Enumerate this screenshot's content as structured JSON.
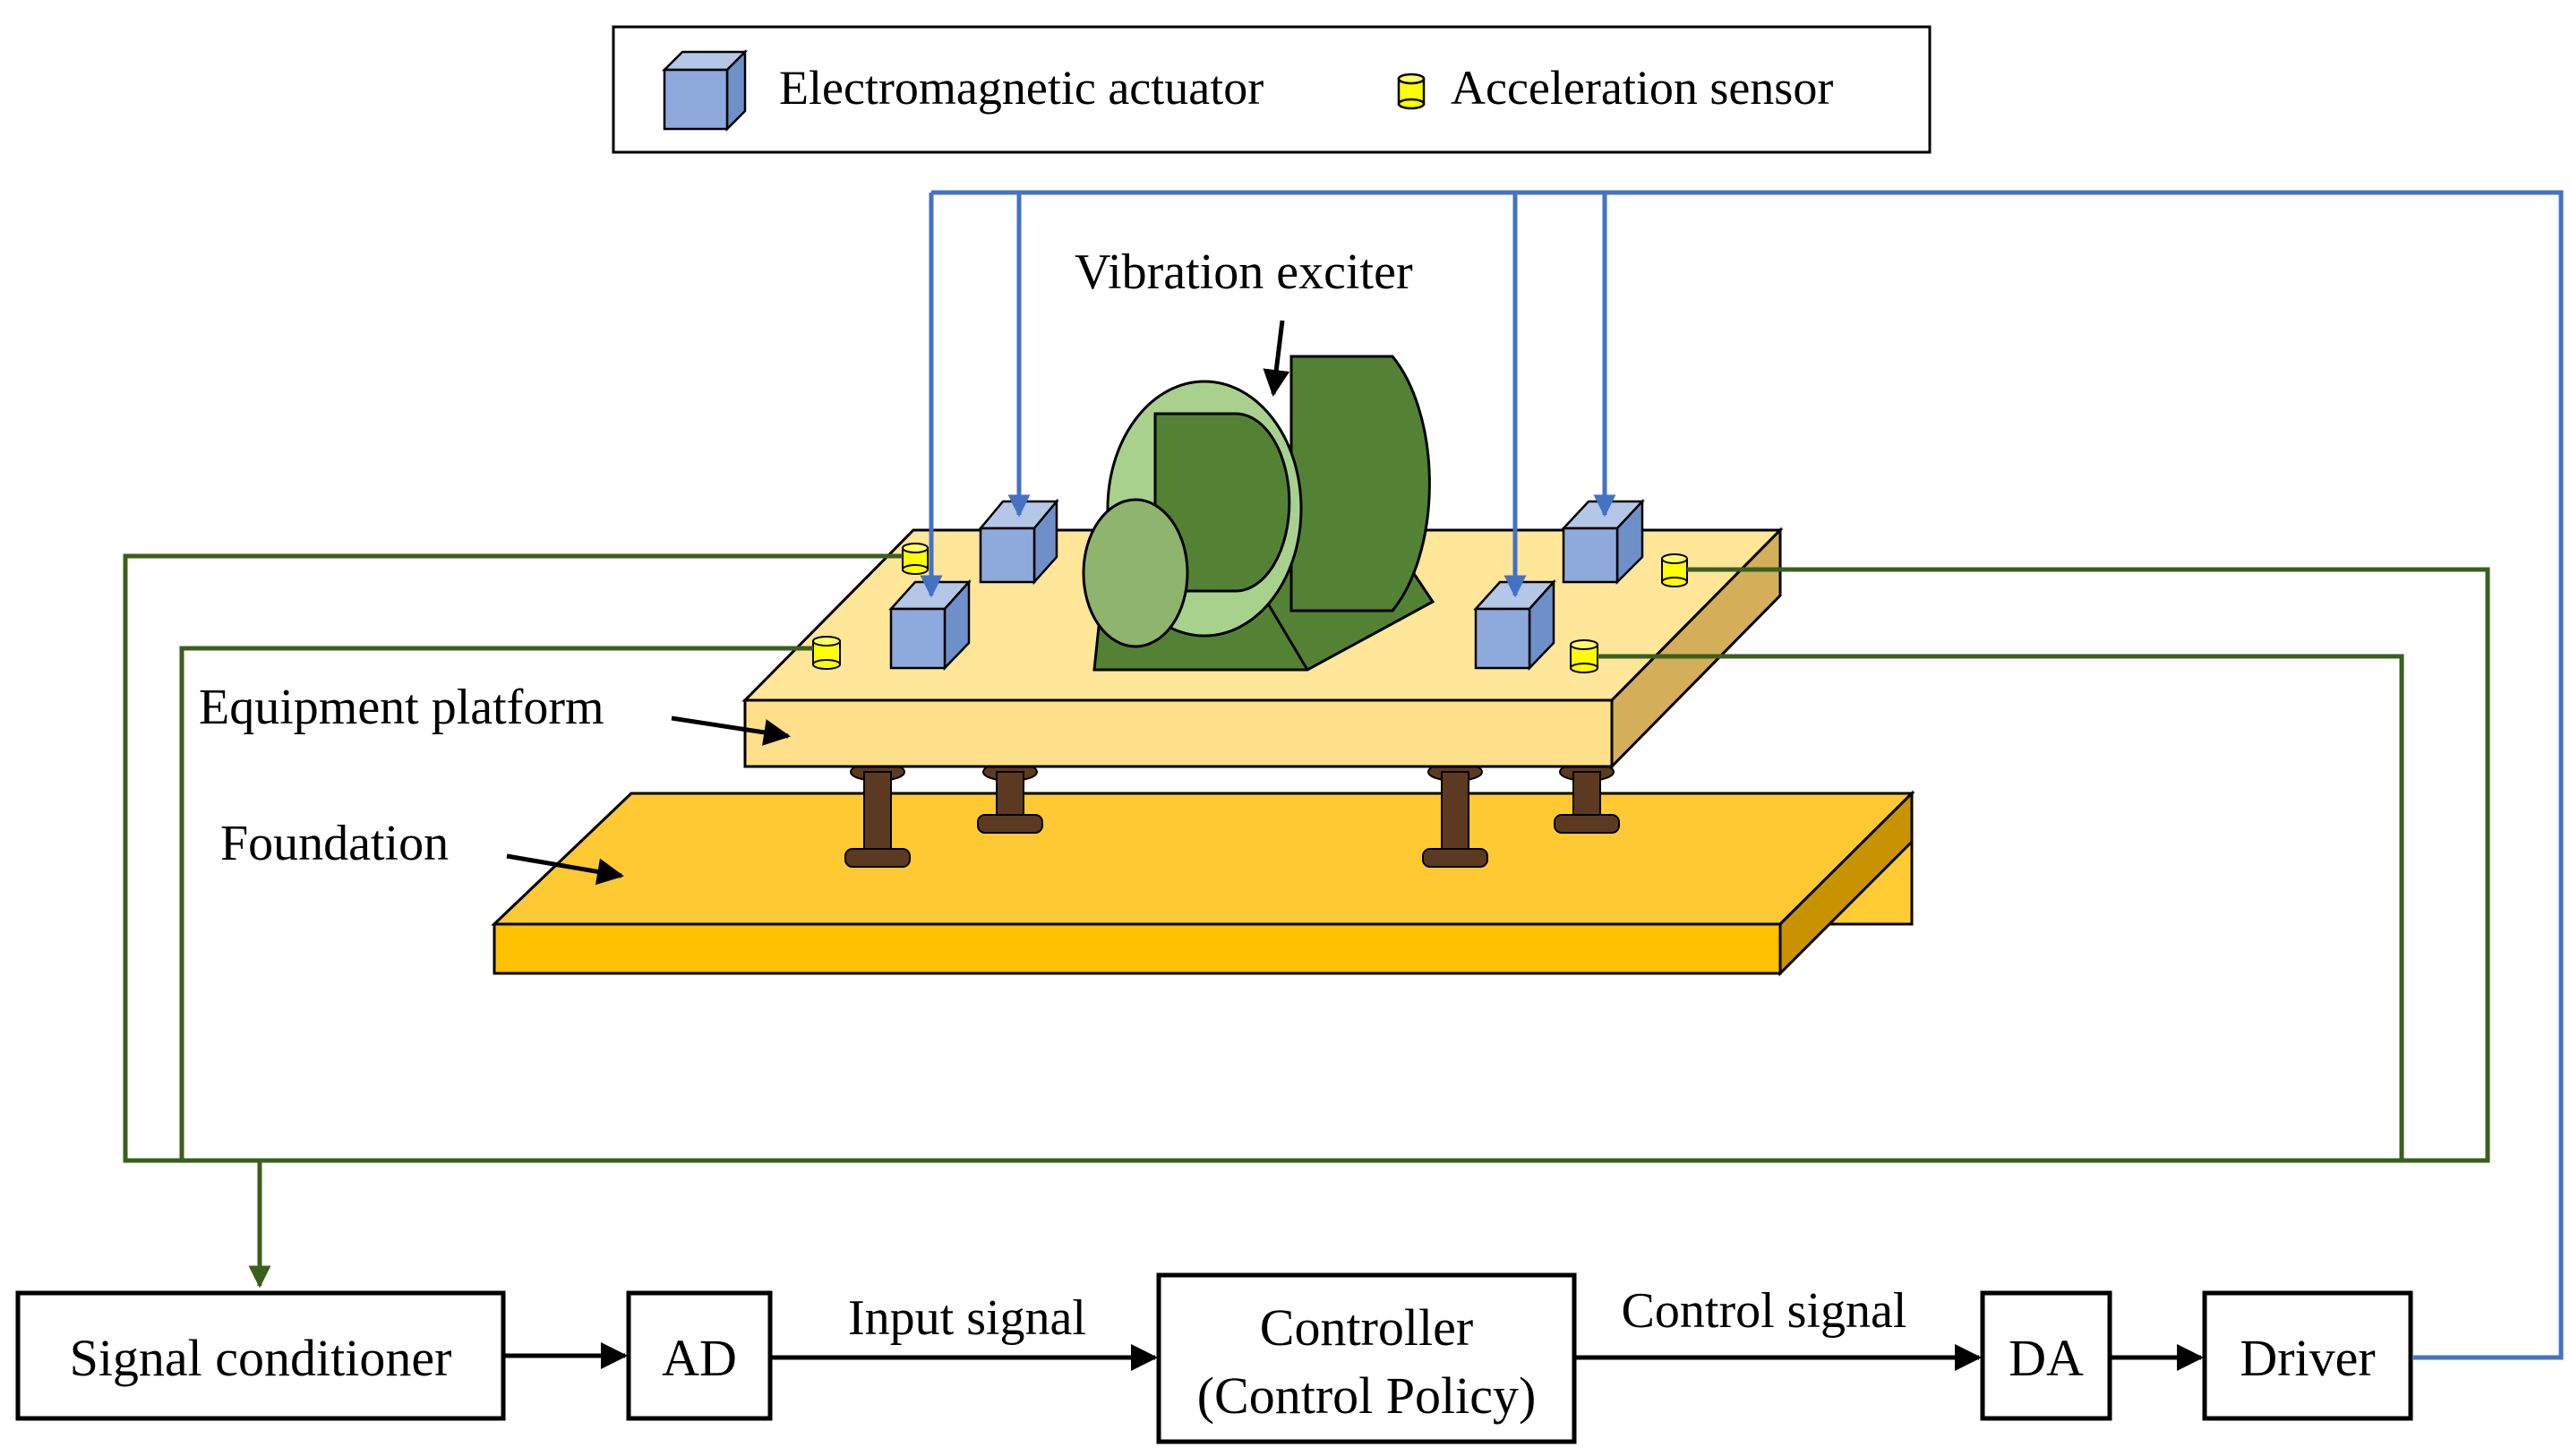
{
  "legend": {
    "actuator_label": "Electromagnetic actuator",
    "sensor_label": "Acceleration sensor"
  },
  "labels": {
    "vibration_exciter": "Vibration exciter",
    "equipment_platform": "Equipment platform",
    "foundation": "Foundation"
  },
  "blocks": {
    "signal_conditioner": "Signal conditioner",
    "ad": "AD",
    "controller_line1": "Controller",
    "controller_line2": "(Control Policy)",
    "da": "DA",
    "driver": "Driver"
  },
  "signals": {
    "input_signal": "Input signal",
    "control_signal": "Control signal"
  },
  "colors": {
    "actuator_blue": "#8EA9DB",
    "sensor_yellow": "#FFFF00",
    "motor_green": "#548235",
    "motor_light_green": "#A9D18E",
    "platform_yellow": "#FFE699",
    "foundation_orange": "#FFC000",
    "control_wire_blue": "#4472C4",
    "sensor_wire_green": "#3A5F1E",
    "bolt_brown": "#5C3A21"
  }
}
